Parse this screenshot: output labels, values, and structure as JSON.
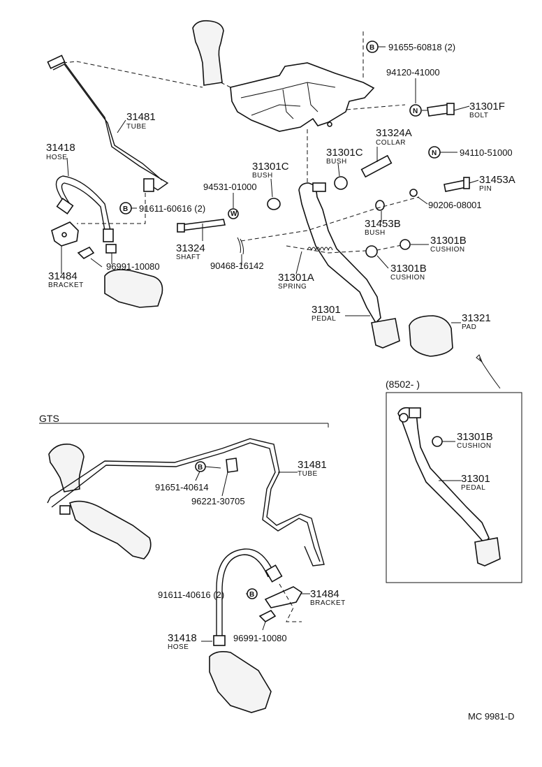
{
  "labels": {
    "p91655": {
      "symbol": "B",
      "number": "91655-60818 (2)"
    },
    "p94120": {
      "number": "94120-41000"
    },
    "p31301F": {
      "symbol": "N",
      "number": "31301F",
      "name": "BOLT"
    },
    "p31324A": {
      "number": "31324A",
      "name": "COLLAR"
    },
    "p94110": {
      "symbol": "N",
      "number": "94110-51000"
    },
    "p31481_top": {
      "number": "31481",
      "name": "TUBE"
    },
    "p31418_top": {
      "number": "31418",
      "name": "HOSE"
    },
    "p31301C_left": {
      "number": "31301C",
      "name": "BUSH"
    },
    "p31301C_right": {
      "number": "31301C",
      "name": "BUSH"
    },
    "p31453A": {
      "number": "31453A",
      "name": "PIN"
    },
    "p94531": {
      "symbol": "W",
      "number": "94531-01000"
    },
    "p91611_top": {
      "symbol": "B",
      "number": "91611-60616 (2)"
    },
    "p90206": {
      "number": "90206-08001"
    },
    "p31453B": {
      "number": "31453B",
      "name": "BUSH"
    },
    "p31324": {
      "number": "31324",
      "name": "SHAFT"
    },
    "p31301B_a": {
      "number": "31301B",
      "name": "CUSHION"
    },
    "p31484_top": {
      "number": "31484",
      "name": "BRACKET"
    },
    "p96991_top": {
      "number": "96991-10080"
    },
    "p90468": {
      "number": "90468-16142"
    },
    "p31301A": {
      "number": "31301A",
      "name": "SPRING"
    },
    "p31301B_b": {
      "number": "31301B",
      "name": "CUSHION"
    },
    "p31301_pedal": {
      "number": "31301",
      "name": "PEDAL"
    },
    "p31321": {
      "number": "31321",
      "name": "PAD"
    },
    "inset_header": "(8502-        )",
    "p31301B_inset": {
      "number": "31301B",
      "name": "CUSHION"
    },
    "p31301_inset": {
      "number": "31301",
      "name": "PEDAL"
    },
    "gts_header": "GTS",
    "p31481_gts": {
      "number": "31481",
      "name": "TUBE"
    },
    "p91651": {
      "symbol": "B",
      "number": "91651-40614"
    },
    "p96221": {
      "number": "96221-30705"
    },
    "p91611_gts": {
      "symbol": "B",
      "number": "91611-40616 (2)"
    },
    "p31484_gts": {
      "number": "31484",
      "name": "BRACKET"
    },
    "p31418_gts": {
      "number": "31418",
      "name": "HOSE"
    },
    "p96991_gts": {
      "number": "96991-10080"
    },
    "footer_code": "MC  9981-D"
  }
}
